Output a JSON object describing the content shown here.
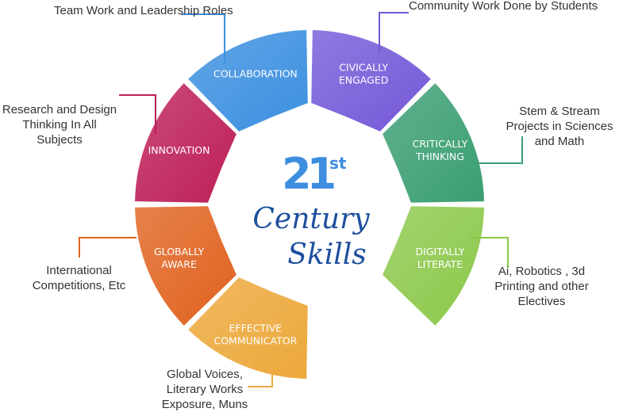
{
  "center": {
    "number": "21",
    "suffix": "st",
    "line1": "Century",
    "line2": "Skills"
  },
  "segments": [
    {
      "name": "collaboration",
      "lines": [
        "COLLABORATION"
      ],
      "color": "#3b8fe0",
      "description": "Team Work and Leadership Roles"
    },
    {
      "name": "civically-engaged",
      "lines": [
        "CIVICALLY",
        "ENGAGED"
      ],
      "color": "#7458d8",
      "description": "Community Work Done by Students"
    },
    {
      "name": "critically-thinking",
      "lines": [
        "CRITICALLY",
        "THINKING"
      ],
      "color": "#3a9e72",
      "description": "Stem & Stream Projects in Sciences and Math"
    },
    {
      "name": "digitally-literate",
      "lines": [
        "DIGITALLY",
        "LITERATE"
      ],
      "color": "#8cc84a",
      "description": "Ai, Robotics , 3d Printing and other Electives"
    },
    {
      "name": "effective-communicator",
      "lines": [
        "EFFECTIVE",
        "COMMUNICATOR"
      ],
      "color": "#eca83a",
      "description": "Global Voices, Literary Works Exposure, Muns"
    },
    {
      "name": "globally-aware",
      "lines": [
        "GLOBALLY",
        "AWARE"
      ],
      "color": "#e0621e",
      "description": "International Competitions, Etc"
    },
    {
      "name": "innovation",
      "lines": [
        "INNOVATION"
      ],
      "color": "#bd1f58",
      "description": "Research and Design Thinking In All Subjects"
    }
  ]
}
